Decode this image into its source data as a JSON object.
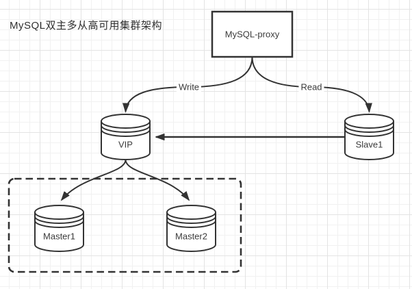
{
  "title": "MySQL双主多从高可用集群架构",
  "diagram": {
    "nodes": {
      "proxy": {
        "label": "MySQL-proxy",
        "shape": "rectangle"
      },
      "vip": {
        "label": "VIP",
        "shape": "database-cylinder"
      },
      "slave1": {
        "label": "Slave1",
        "shape": "database-cylinder"
      },
      "master1": {
        "label": "Master1",
        "shape": "database-cylinder"
      },
      "master2": {
        "label": "Master2",
        "shape": "database-cylinder"
      }
    },
    "edges": {
      "proxy_to_vip": {
        "from": "proxy",
        "to": "vip",
        "label": "Write"
      },
      "proxy_to_slave1": {
        "from": "proxy",
        "to": "slave1",
        "label": "Read"
      },
      "slave1_to_vip": {
        "from": "slave1",
        "to": "vip",
        "label": ""
      },
      "vip_to_master1": {
        "from": "vip",
        "to": "master1",
        "label": ""
      },
      "vip_to_master2": {
        "from": "vip",
        "to": "master2",
        "label": ""
      }
    },
    "groups": {
      "masters_box": {
        "style": "dashed",
        "contains": [
          "master1",
          "master2"
        ]
      }
    }
  },
  "colors": {
    "line": "#333333",
    "text": "#3a3a3a",
    "node_fill": "#ffffff",
    "grid_minor": "#f1f1f1",
    "grid_major": "#e3e3e3"
  }
}
